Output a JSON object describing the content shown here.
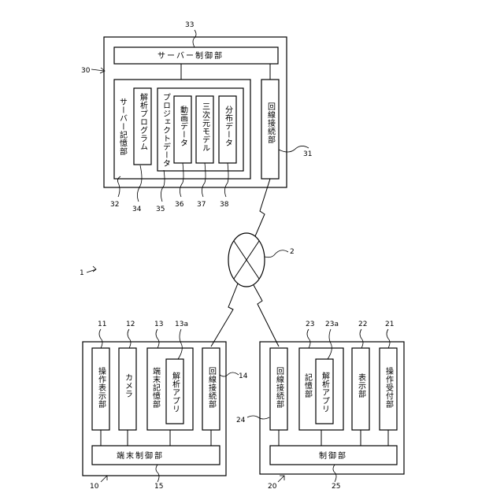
{
  "system_ref": "1",
  "network_ref": "2",
  "server": {
    "ref": "30",
    "control": {
      "ref": "33",
      "label": "サーバー制御部"
    },
    "storage": {
      "ref": "32",
      "label": "サーバー記憶部"
    },
    "analysis_program": {
      "ref": "34",
      "label": "解析プログラム"
    },
    "project_data": {
      "ref": "35",
      "label": "プロジェクトデータ"
    },
    "video_data": {
      "ref": "36",
      "label": "動画データ"
    },
    "model_3d": {
      "ref": "37",
      "label": "三次元モデル"
    },
    "distribution_data": {
      "ref": "38",
      "label": "分布データ"
    },
    "line_conn": {
      "ref": "31",
      "label": "回線接続部"
    }
  },
  "terminal": {
    "ref": "10",
    "op_display": {
      "ref": "11",
      "label": "操作表示部"
    },
    "camera": {
      "ref": "12",
      "label": "カメラ"
    },
    "storage": {
      "ref": "13",
      "label": "端末記憶部"
    },
    "app": {
      "ref": "13a",
      "label": "解析アプリ"
    },
    "line_conn": {
      "ref": "14",
      "label": "回線接続部"
    },
    "control": {
      "ref": "15",
      "label": "端末制御部"
    }
  },
  "device": {
    "ref": "20",
    "line_conn": {
      "ref": "24",
      "label": "回線接続部"
    },
    "storage": {
      "ref": "23",
      "label": "記憶部"
    },
    "app": {
      "ref": "23a",
      "label": "解析アプリ"
    },
    "display": {
      "ref": "22",
      "label": "表示部"
    },
    "op_accept": {
      "ref": "21",
      "label": "操作受付部"
    },
    "control": {
      "ref": "25",
      "label": "制御部"
    }
  }
}
